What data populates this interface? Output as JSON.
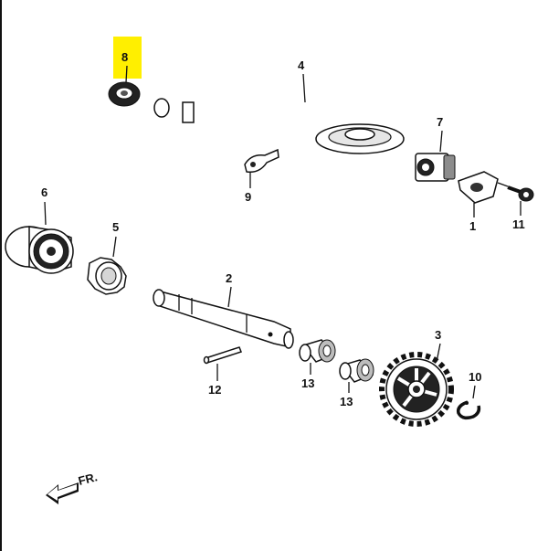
{
  "diagram": {
    "highlight_color": "#ffef00",
    "direction_label": "FR.",
    "callouts": {
      "c1": "1",
      "c2": "2",
      "c3": "3",
      "c4": "4",
      "c5": "5",
      "c6": "6",
      "c7": "7",
      "c8": "8",
      "c9": "9",
      "c10": "10",
      "c11": "11",
      "c12": "12",
      "c13a": "13",
      "c13b": "13"
    }
  }
}
